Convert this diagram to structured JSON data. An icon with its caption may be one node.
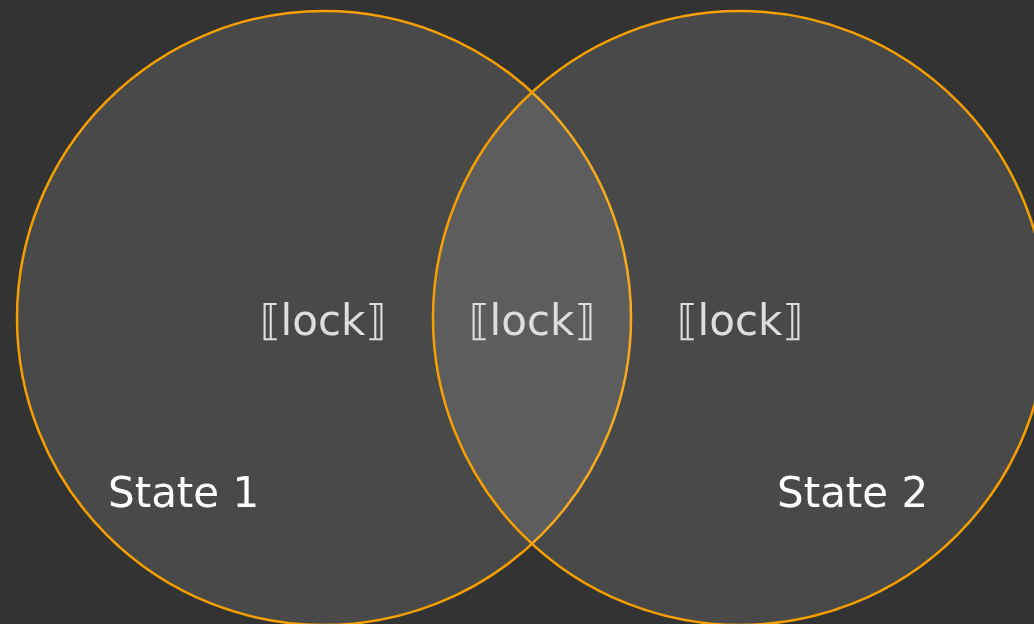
{
  "diagram": {
    "nodes": [
      {
        "text": [
          "State 1"
        ]
      },
      {
        "text": [
          "State 2"
        ]
      }
    ],
    "labels": [
      "⟦lock⟧",
      "⟦lock⟧",
      "⟦lock⟧"
    ]
  }
}
